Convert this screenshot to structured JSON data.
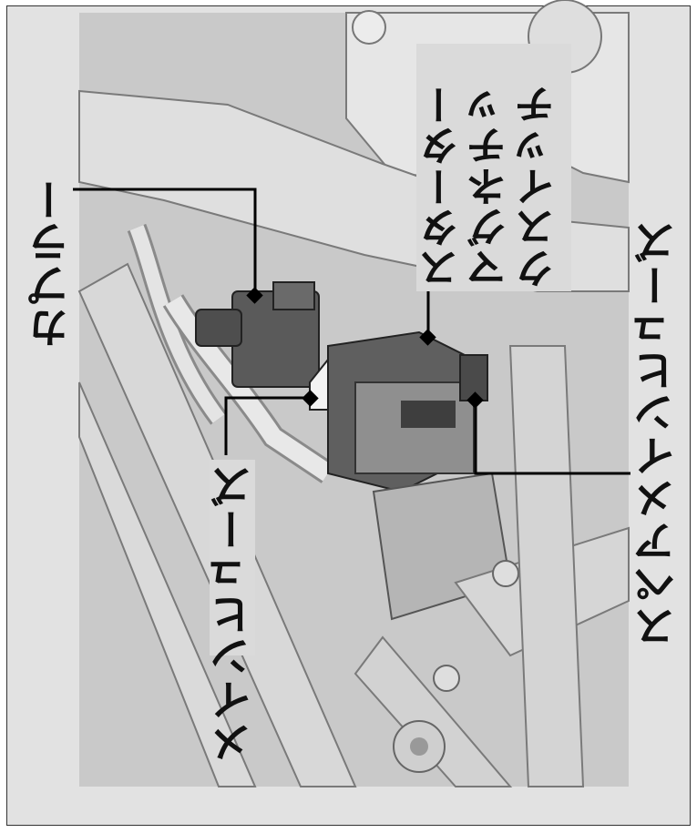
{
  "labels": {
    "coupler": "カプラー",
    "starter_magnetic_switch": "スターターマグネチックスイッチ",
    "main_fuse": "メインヒューズ",
    "spare_main_fuse": "スペアメインヒューズ"
  }
}
